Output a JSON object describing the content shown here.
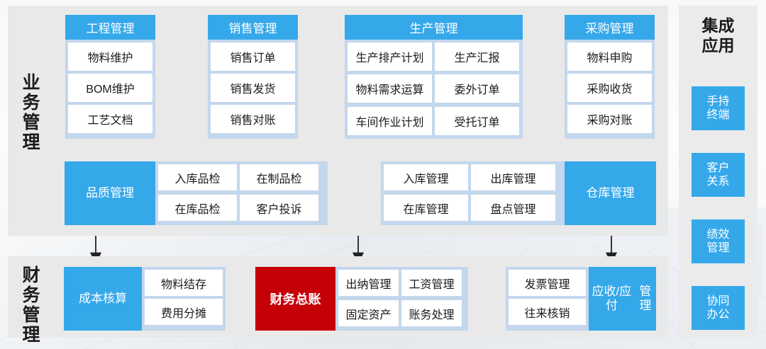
{
  "rows": {
    "business_label": "业务管理",
    "finance_label": "财务管理"
  },
  "apps": {
    "title": "集成应用",
    "items": [
      {
        "label": "手持终端"
      },
      {
        "label": "客户关系"
      },
      {
        "label": "绩效管理"
      },
      {
        "label": "协同办公"
      }
    ]
  },
  "groups": {
    "engineering": {
      "title": "工程管理",
      "cells": [
        "物料维护",
        "BOM维护",
        "工艺文档"
      ]
    },
    "sales": {
      "title": "销售管理",
      "cells": [
        "销售订单",
        "销售发货",
        "销售对账"
      ]
    },
    "production": {
      "title": "生产管理",
      "cells": [
        "生产排产计划",
        "生产汇报",
        "物料需求运算",
        "委外订单",
        "车间作业计划",
        "受托订单"
      ]
    },
    "purchasing": {
      "title": "采购管理",
      "cells": [
        "物料申购",
        "采购收货",
        "采购对账"
      ]
    },
    "quality": {
      "title": "品质管理",
      "cells": [
        "入库品检",
        "在制品检",
        "在库品检",
        "客户投诉"
      ]
    },
    "warehouse": {
      "title": "仓库管理",
      "cells": [
        "入库管理",
        "出库管理",
        "在库管理",
        "盘点管理"
      ]
    },
    "cost": {
      "title": "成本核算",
      "cells": [
        "物料结存",
        "费用分摊"
      ]
    },
    "ledger": {
      "title": "财务总账"
    },
    "finance_detail": {
      "cells": [
        "出纳管理",
        "工资管理",
        "固定资产",
        "账务处理"
      ]
    },
    "receivable": {
      "title": "应收/应付管理",
      "cells": [
        "发票管理",
        "往来核销"
      ]
    }
  },
  "colors": {
    "accent_blue": "#35a8ea",
    "group_light_blue": "#c3d7ed",
    "panel_gray": "#e9e9e9",
    "ledger_red": "#c60007",
    "cell_white": "#ffffff",
    "text_dark": "#1b1b1b"
  }
}
